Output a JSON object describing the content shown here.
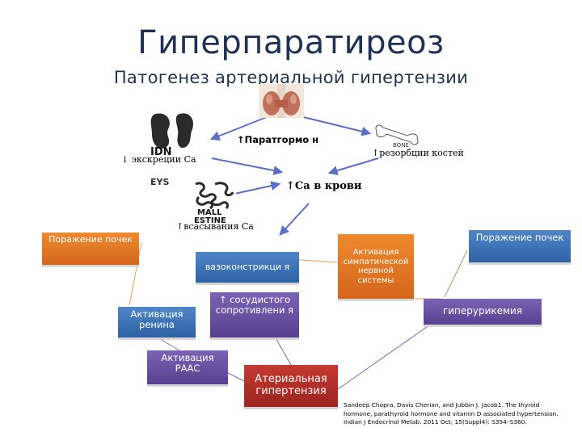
{
  "title": "Гиперпаратиреоз",
  "subtitle": "Патогенез артериальной гипертензии",
  "top": {
    "pth": "↑Паратгормо н",
    "kidney_excretion": "↓ экскреции Са",
    "bone_resorption": "↑резорбции костей",
    "ca_blood": "↑Са в крови",
    "intestine_absorption": "↑всасывания Са",
    "kidney_image_text": "IDN",
    "kidney_image_text2": "EYS",
    "bone_image_text": "BONE",
    "intestine_image_text": "MALL",
    "intestine_image_text2": "ESTINE"
  },
  "boxes": {
    "kidney_damage_left": "Поражение почек",
    "vasoconstriction": "вазоконстрикци я",
    "sympathetic": "Активация симпатической нервной системы",
    "kidney_damage_right": "Поражение почек",
    "renin": "Активация ренина",
    "vascular_resistance": "↑ сосудистого сопротивлени я",
    "hyperuricemia": "гиперурикемия",
    "raas": "Активация РААС",
    "hypertension": "Атериальная гипертензия"
  },
  "citation": "Sandeep Chopra, Davis Cherian, and Jubbin J. Jacob1. The thyroid hormone, parathyroid hormone and vitamin D associated hypertension. Indian J Endocrinol Metab. 2011 Oct; 15(Suppl4): S354–S360.",
  "colors": {
    "title": "#1f3255",
    "arrow": "#5b6fc4",
    "blue_box": "#3a6fb3",
    "orange_box": "#e07a25",
    "purple_box": "#6a52a3",
    "red_box": "#b0302a",
    "connector_orange": "#e7a15c",
    "connector_purple": "#7a68b8",
    "connector_green": "#8ea86a"
  }
}
